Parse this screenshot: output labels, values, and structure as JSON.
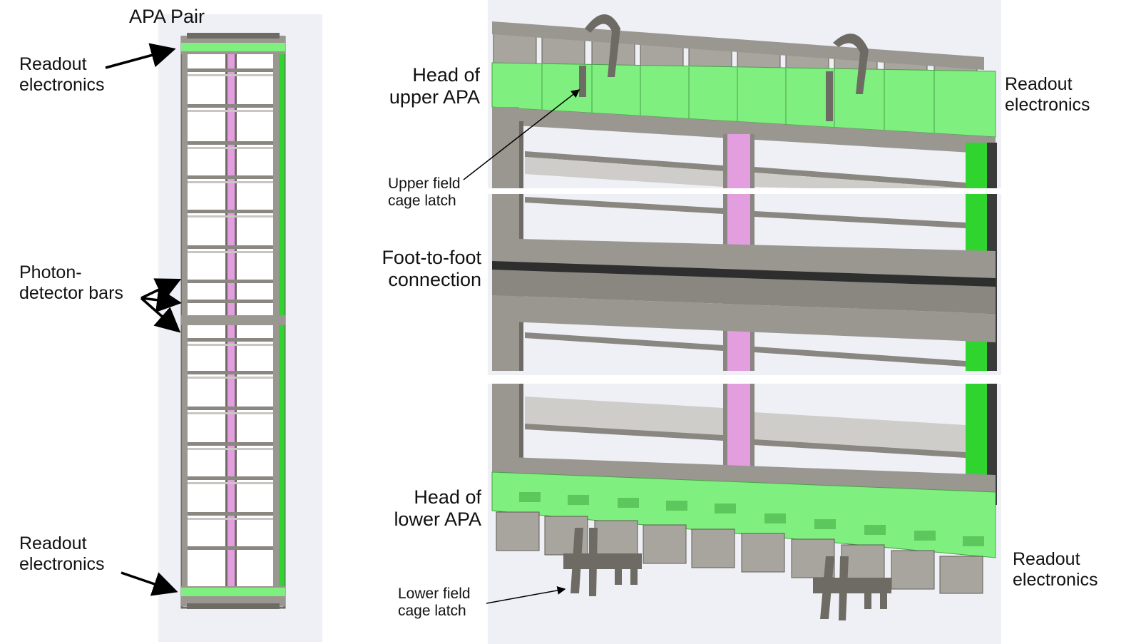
{
  "colors": {
    "frame_gray": "#9a9690",
    "frame_dark": "#6e6a64",
    "board_green": "#7fef7f",
    "bright_green": "#2fd42f",
    "pink_bar": "#e39ee0",
    "background_panel": "#eef0f6"
  },
  "left_panel": {
    "title": "APA Pair",
    "readout_top_line1": "Readout",
    "readout_top_line2": "electronics",
    "photon_line1": "Photon-",
    "photon_line2": "detector bars",
    "readout_bottom_line1": "Readout",
    "readout_bottom_line2": "electronics"
  },
  "right_panel": {
    "head_upper_line1": "Head of",
    "head_upper_line2": "upper APA",
    "upper_latch_line1": "Upper field",
    "upper_latch_line2": "cage latch",
    "foot_line1": "Foot-to-foot",
    "foot_line2": "connection",
    "head_lower_line1": "Head of",
    "head_lower_line2": "lower APA",
    "lower_latch_line1": "Lower field",
    "lower_latch_line2": "cage latch",
    "readout_top_line1": "Readout",
    "readout_top_line2": "electronics",
    "readout_bottom_line1": "Readout",
    "readout_bottom_line2": "electronics"
  }
}
